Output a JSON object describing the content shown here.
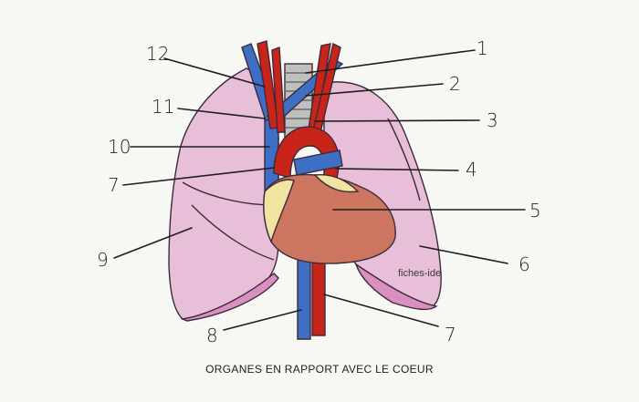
{
  "caption": "ORGANES EN RAPPORT AVEC LE COEUR",
  "watermark": "fiches-ide",
  "labels": {
    "l1": "1",
    "l2": "2",
    "l3": "3",
    "l4": "4",
    "l5": "5",
    "l6": "6",
    "l7_right": "7",
    "l7_left": "7",
    "l8": "8",
    "l9": "9",
    "l10": "10",
    "l11": "11",
    "l12": "12"
  },
  "colors": {
    "lung": "#e8bfd8",
    "lung_dark": "#d98fc0",
    "artery": "#c8241a",
    "vein": "#3f6fc4",
    "heart": "#cc7560",
    "fat": "#f1e3a0",
    "trachea": "#bfbfbf"
  }
}
